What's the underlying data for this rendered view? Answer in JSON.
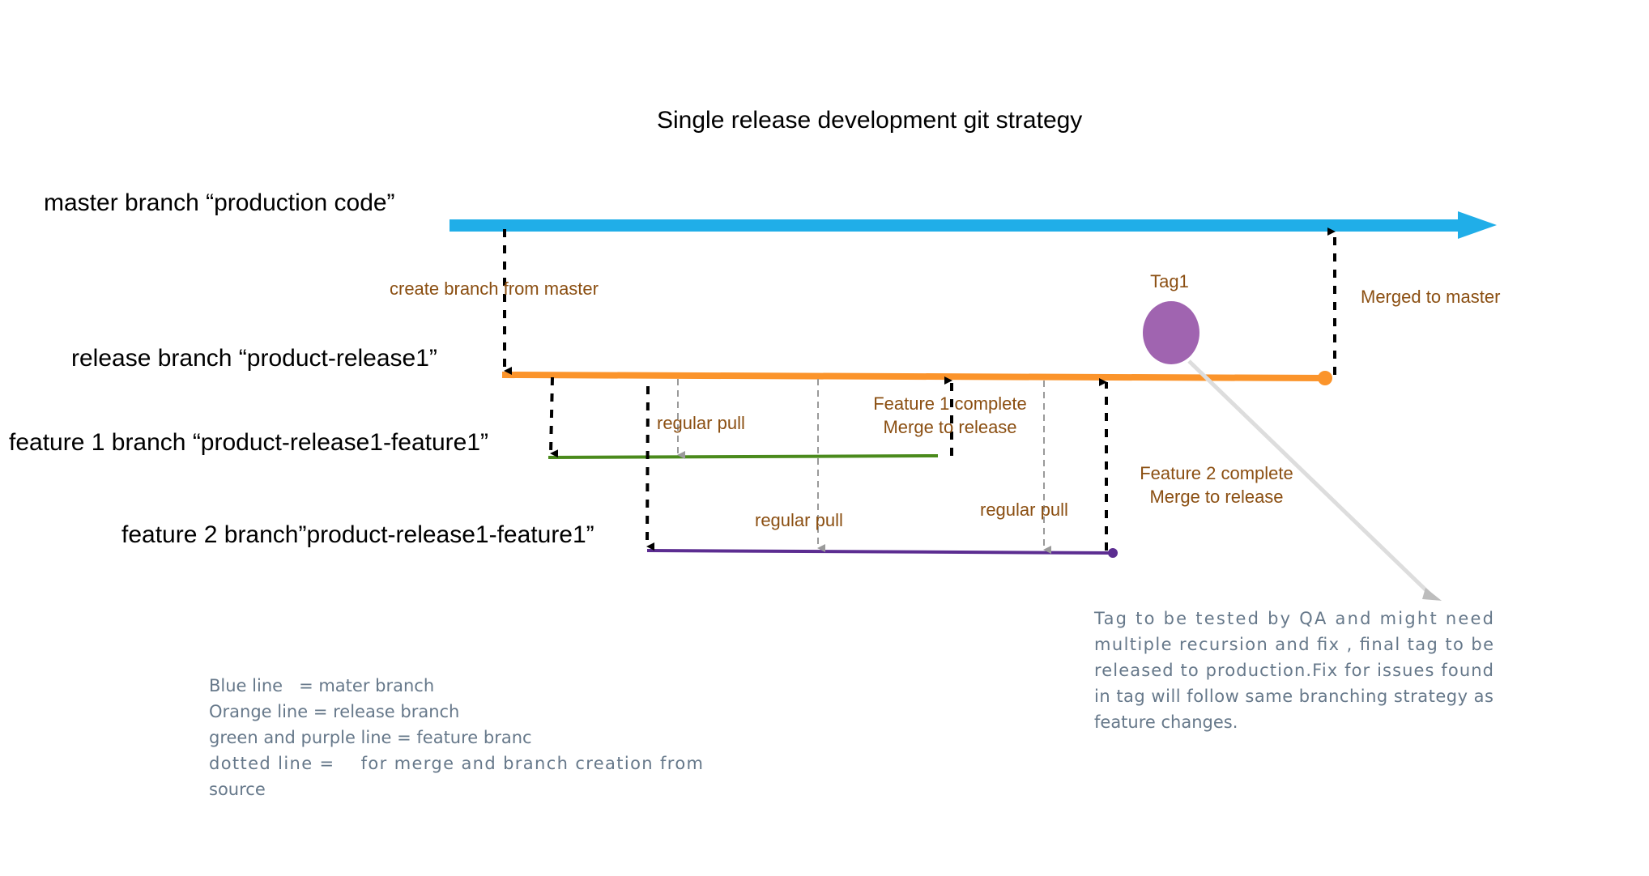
{
  "title": "Single release development git strategy",
  "colors": {
    "master": "#20AEE8",
    "release": "#FB942B",
    "feature1": "#4A8A1C",
    "feature2": "#5C2D91",
    "tag": "#A064B0",
    "annotation": "#8B4F12",
    "note": "#66788A",
    "pull": "#9A9A9A"
  },
  "branches": {
    "master": "master branch “production code”",
    "release": "release branch “product-release1”",
    "feature1": "feature 1 branch “product-release1-feature1”",
    "feature2": "feature 2 branch”product-release1-feature1”"
  },
  "annotations": {
    "create_branch": "create branch from master",
    "regular_pull_1": "regular pull",
    "regular_pull_2": "regular pull",
    "regular_pull_3": "regular pull",
    "feature1_complete": [
      "Feature 1 complete",
      "Merge to release"
    ],
    "feature2_complete": [
      "Feature 2 complete",
      "Merge to release"
    ],
    "tag": "Tag1",
    "merged_to_master": "Merged to master"
  },
  "tag_note": [
    "Tag to be tested by QA and might need",
    "multiple recursion and fix , final tag to be",
    "released to production.Fix for issues found",
    "in tag will follow same branching strategy as",
    "feature changes."
  ],
  "legend": [
    "Blue line   = mater branch",
    "Orange line = release branch",
    "green and purple line = feature branc",
    "dotted line =    for merge and branch creation from",
    "source"
  ]
}
